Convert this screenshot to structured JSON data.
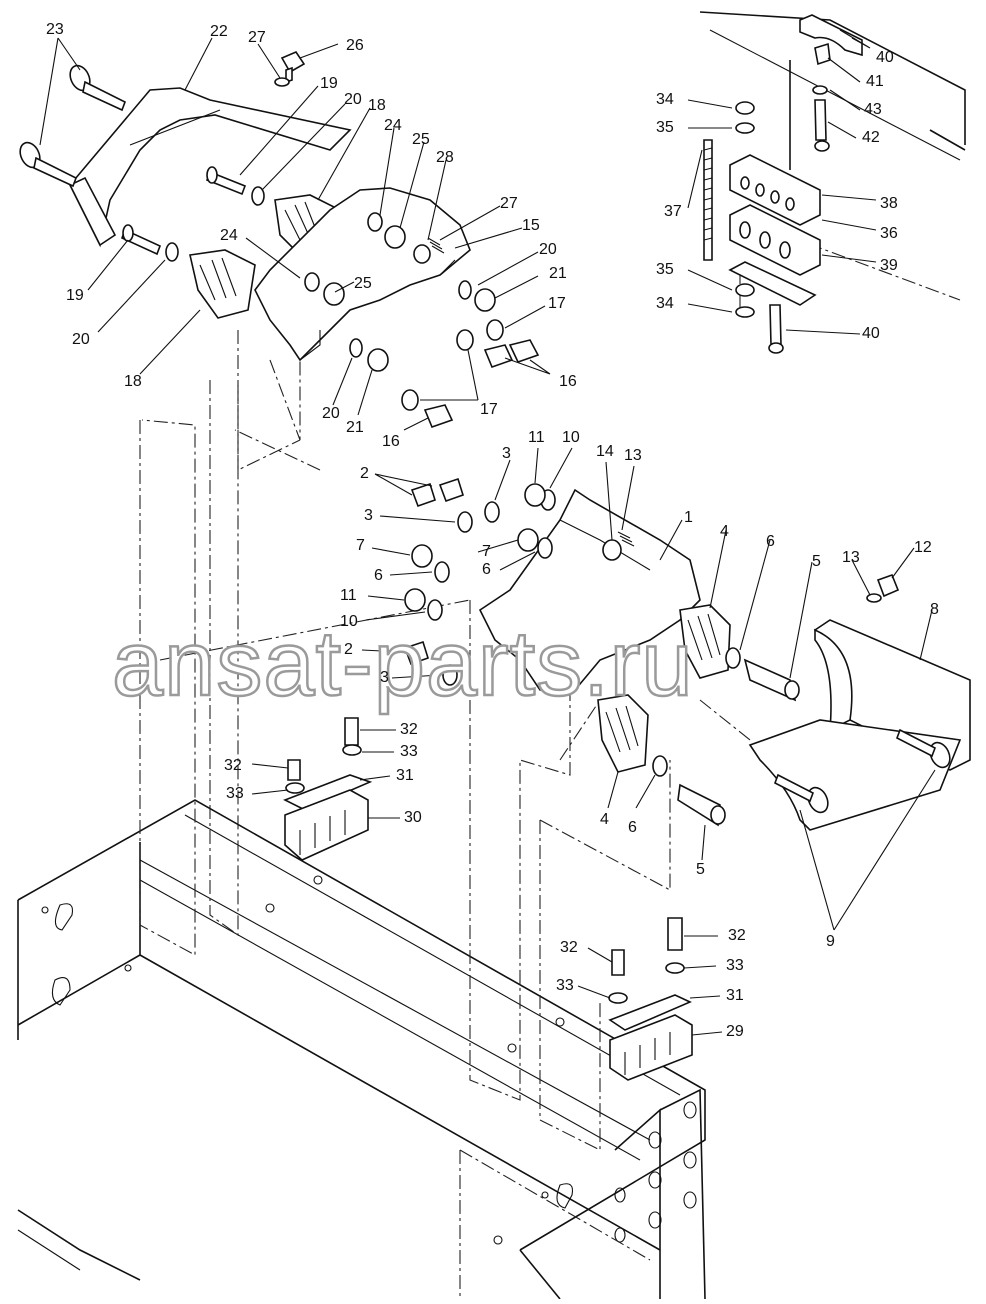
{
  "watermark": "ansat-parts.ru",
  "callouts": [
    {
      "id": "c23a",
      "label": "23"
    },
    {
      "id": "c22",
      "label": "22"
    },
    {
      "id": "c27a",
      "label": "27"
    },
    {
      "id": "c26",
      "label": "26"
    },
    {
      "id": "c19a",
      "label": "19"
    },
    {
      "id": "c20a",
      "label": "20"
    },
    {
      "id": "c18a",
      "label": "18"
    },
    {
      "id": "c24a",
      "label": "24"
    },
    {
      "id": "c25a",
      "label": "25"
    },
    {
      "id": "c28",
      "label": "28"
    },
    {
      "id": "c27b",
      "label": "27"
    },
    {
      "id": "c15",
      "label": "15"
    },
    {
      "id": "c20b",
      "label": "20"
    },
    {
      "id": "c21a",
      "label": "21"
    },
    {
      "id": "c17a",
      "label": "17"
    },
    {
      "id": "c16a",
      "label": "16"
    },
    {
      "id": "c24b",
      "label": "24"
    },
    {
      "id": "c25b",
      "label": "25"
    },
    {
      "id": "c19b",
      "label": "19"
    },
    {
      "id": "c20c",
      "label": "20"
    },
    {
      "id": "c18b",
      "label": "18"
    },
    {
      "id": "c20d",
      "label": "20"
    },
    {
      "id": "c21b",
      "label": "21"
    },
    {
      "id": "c17b",
      "label": "17"
    },
    {
      "id": "c16b",
      "label": "16"
    },
    {
      "id": "c34a",
      "label": "34"
    },
    {
      "id": "c35a",
      "label": "35"
    },
    {
      "id": "c37",
      "label": "37"
    },
    {
      "id": "c35b",
      "label": "35"
    },
    {
      "id": "c34b",
      "label": "34"
    },
    {
      "id": "c40a",
      "label": "40"
    },
    {
      "id": "c41",
      "label": "41"
    },
    {
      "id": "c43",
      "label": "43"
    },
    {
      "id": "c42",
      "label": "42"
    },
    {
      "id": "c38",
      "label": "38"
    },
    {
      "id": "c36",
      "label": "36"
    },
    {
      "id": "c39",
      "label": "39"
    },
    {
      "id": "c40b",
      "label": "40"
    },
    {
      "id": "c2a",
      "label": "2"
    },
    {
      "id": "c3a",
      "label": "3"
    },
    {
      "id": "c11a",
      "label": "11"
    },
    {
      "id": "c10a",
      "label": "10"
    },
    {
      "id": "c14",
      "label": "14"
    },
    {
      "id": "c13a",
      "label": "13"
    },
    {
      "id": "c3b",
      "label": "3"
    },
    {
      "id": "c7a",
      "label": "7"
    },
    {
      "id": "c7b",
      "label": "7"
    },
    {
      "id": "c6a",
      "label": "6"
    },
    {
      "id": "c6b",
      "label": "6"
    },
    {
      "id": "c11b",
      "label": "11"
    },
    {
      "id": "c10b",
      "label": "10"
    },
    {
      "id": "c2b",
      "label": "2"
    },
    {
      "id": "c3c",
      "label": "3"
    },
    {
      "id": "c1",
      "label": "1"
    },
    {
      "id": "c4a",
      "label": "4"
    },
    {
      "id": "c6c",
      "label": "6"
    },
    {
      "id": "c5a",
      "label": "5"
    },
    {
      "id": "c13b",
      "label": "13"
    },
    {
      "id": "c12",
      "label": "12"
    },
    {
      "id": "c8",
      "label": "8"
    },
    {
      "id": "c4b",
      "label": "4"
    },
    {
      "id": "c6d",
      "label": "6"
    },
    {
      "id": "c5b",
      "label": "5"
    },
    {
      "id": "c9",
      "label": "9"
    },
    {
      "id": "c32a",
      "label": "32"
    },
    {
      "id": "c33a",
      "label": "33"
    },
    {
      "id": "c32b",
      "label": "32"
    },
    {
      "id": "c31a",
      "label": "31"
    },
    {
      "id": "c33b",
      "label": "33"
    },
    {
      "id": "c30",
      "label": "30"
    },
    {
      "id": "c32c",
      "label": "32"
    },
    {
      "id": "c32d",
      "label": "32"
    },
    {
      "id": "c33c",
      "label": "33"
    },
    {
      "id": "c33d",
      "label": "33"
    },
    {
      "id": "c31b",
      "label": "31"
    },
    {
      "id": "c29",
      "label": "29"
    }
  ]
}
